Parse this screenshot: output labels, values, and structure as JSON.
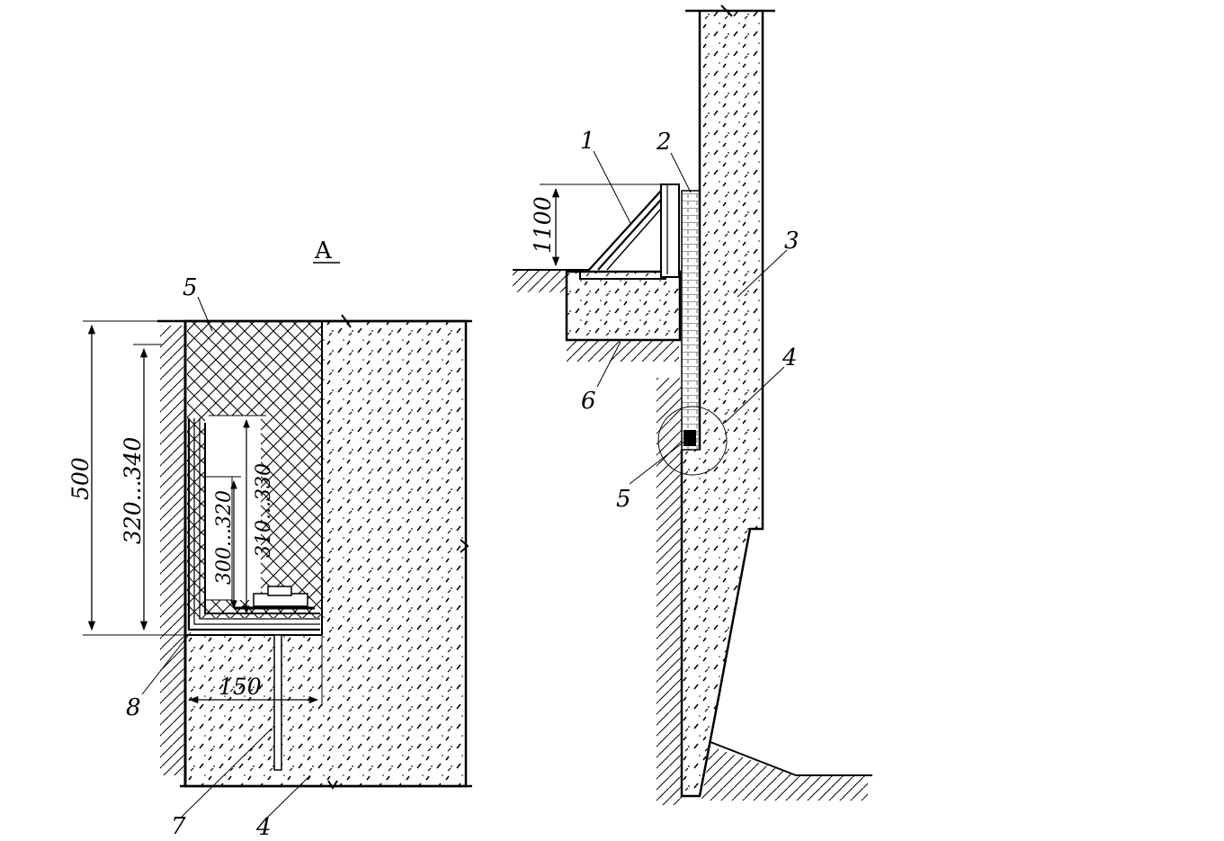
{
  "detail": {
    "title": "A",
    "labels": {
      "l5": "5",
      "l8": "8",
      "l7": "7",
      "l4": "4"
    },
    "dims": {
      "d500": "500",
      "d320_340": "320...340",
      "d300_320": "300...320",
      "d310_330": "310...330",
      "d150": "150"
    }
  },
  "section": {
    "labels": {
      "l1": "1",
      "l2": "2",
      "l3": "3",
      "l4": "4",
      "l5": "5",
      "l6": "6"
    },
    "dims": {
      "d1100": "1100"
    }
  },
  "colors": {
    "ink": "#000000",
    "background": "#ffffff"
  }
}
